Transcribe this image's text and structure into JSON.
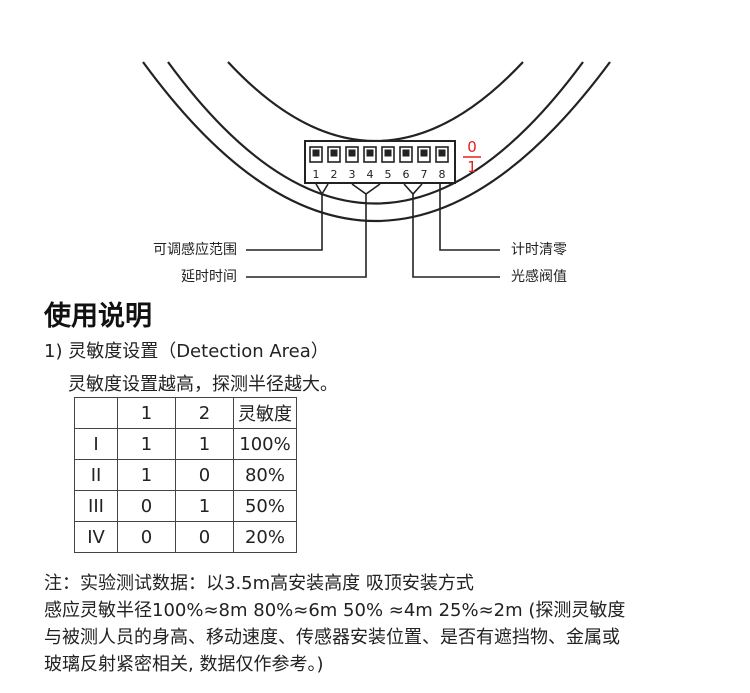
{
  "diagram": {
    "switch_numbers": [
      "1",
      "2",
      "3",
      "4",
      "5",
      "6",
      "7",
      "8"
    ],
    "state_top": "0",
    "state_bottom": "1",
    "accent_color": "#e02020",
    "callouts": {
      "range": "可调感应范围",
      "delay": "延时时间",
      "reset": "计时清零",
      "light": "光感阀值"
    }
  },
  "title": "使用说明",
  "section_title": "1) 灵敏度设置（Detection Area）",
  "description": "灵敏度设置越高，探测半径越大。",
  "table": {
    "headers": [
      "",
      "1",
      "2",
      "灵敏度"
    ],
    "rows": [
      [
        "I",
        "1",
        "1",
        "100%"
      ],
      [
        "II",
        "1",
        "0",
        "80%"
      ],
      [
        "III",
        "0",
        "1",
        "50%"
      ],
      [
        "IV",
        "0",
        "0",
        "20%"
      ]
    ]
  },
  "notes": [
    "注：实验测试数据：以3.5m高安装高度 吸顶安装方式",
    "感应灵敏半径100%≈8m    80%≈6m   50% ≈4m   25%≈2m (探测灵敏度",
    "与被测人员的身高、移动速度、传感器安装位置、是否有遮挡物、金属或",
    "玻璃反射紧密相关, 数据仅作参考。)"
  ]
}
